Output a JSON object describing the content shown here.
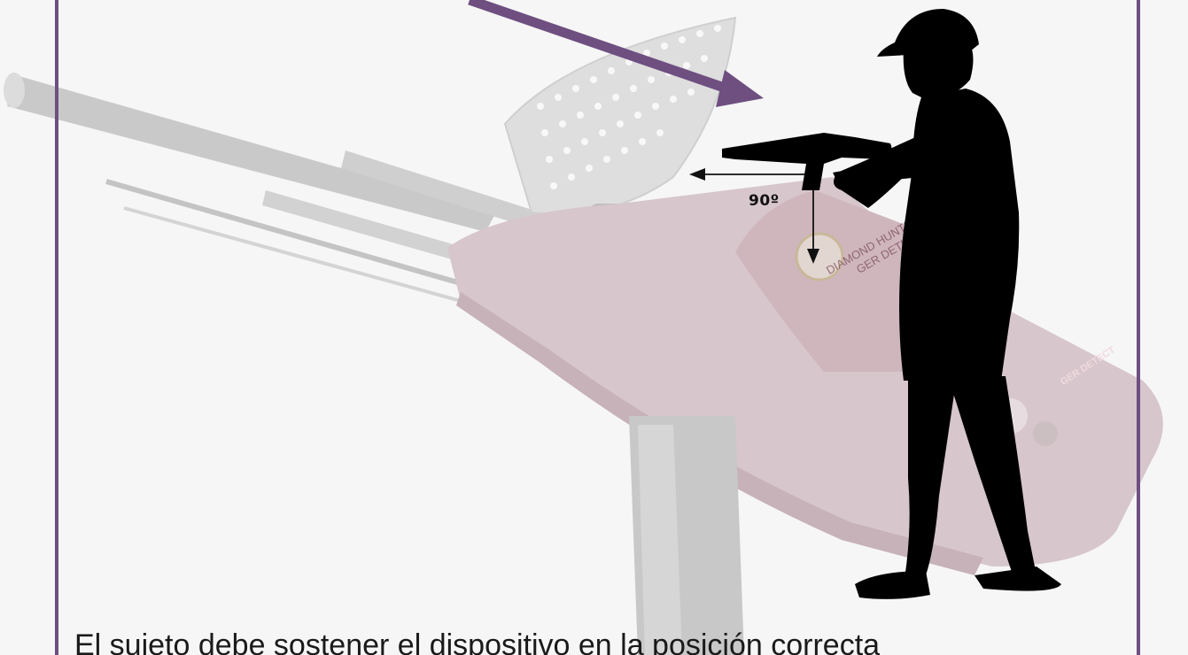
{
  "figure": {
    "angle_label": "90º",
    "device_screen_line1": "DIAMOND HUNTER BAHIT",
    "device_screen_line2": "GER DETECT",
    "device_logo_text": "GER DETECT",
    "caption_text": "El sujeto debe sostener el dispositivo en la posición correcta"
  },
  "colors": {
    "frame": "#6e4f80",
    "pointer_arrow": "#6e4f80",
    "silhouette": "#000000",
    "device_body": "#c7a3ac",
    "device_screen": "#b48592"
  },
  "icons": [
    "purple-pointer-arrow-icon",
    "person-silhouette-icon",
    "detector-device-icon",
    "angle-arrows-icon",
    "detector-badge-icon"
  ]
}
